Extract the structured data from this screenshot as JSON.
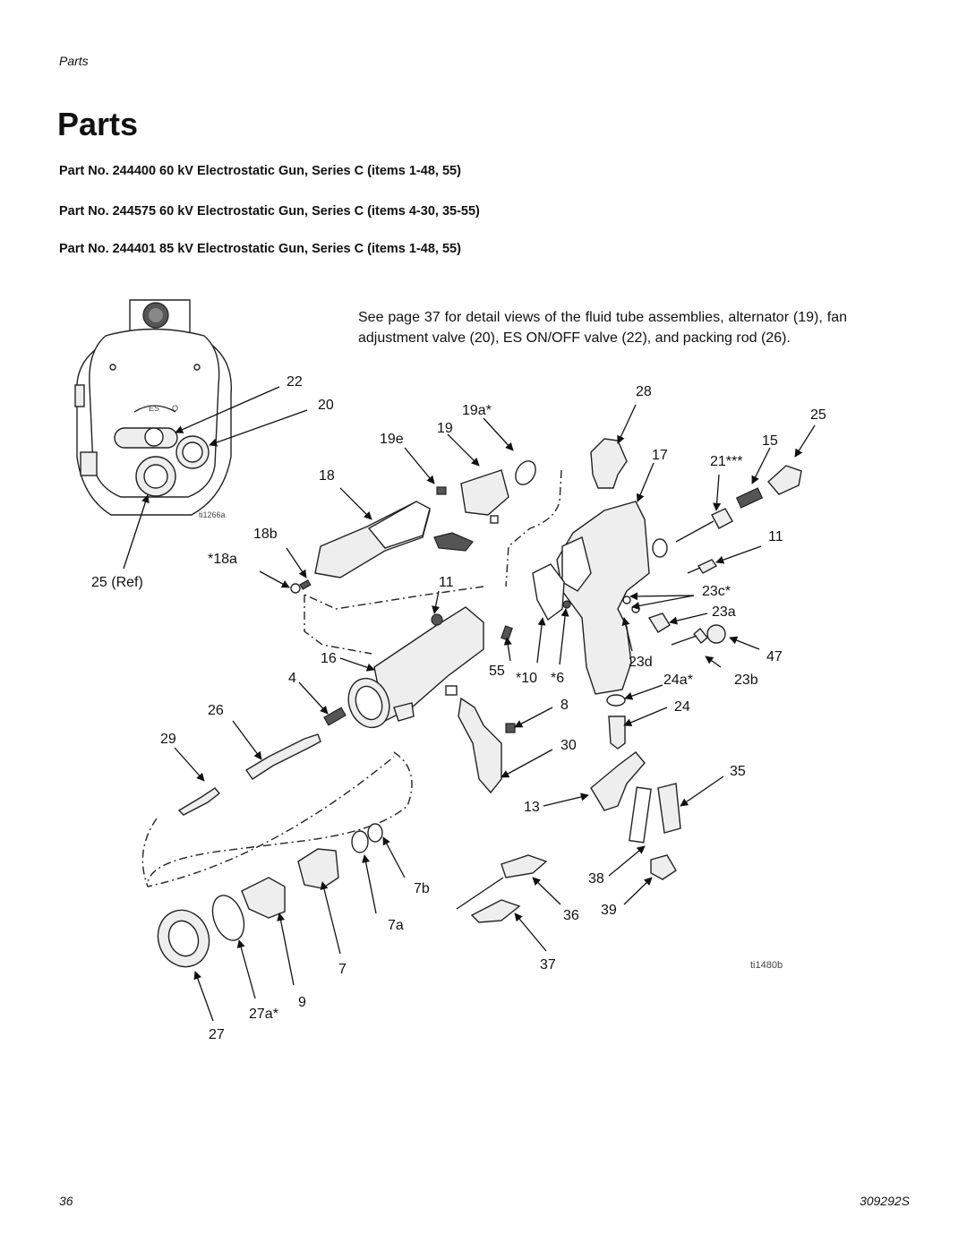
{
  "header": {
    "running_head": "Parts",
    "title": "Parts"
  },
  "subheads": [
    "Part No. 244400 60 kV Electrostatic Gun, Series C (items 1-48, 55)",
    "Part No. 244575 60 kV Electrostatic Gun, Series C (items 4-30, 35-55)",
    "Part No. 244401 85 kV Electrostatic Gun, Series C (items 1-48, 55)"
  ],
  "note": "See page 37 for detail views of the fluid tube assemblies, alternator (19), fan adjustment valve (20), ES ON/OFF valve (22), and packing rod (26).",
  "inset": {
    "figure_id": "ti1266a",
    "dial_labels": [
      "ES",
      "O"
    ]
  },
  "figure_id": "ti1480b",
  "callouts": {
    "c22": "22",
    "c20": "20",
    "c25ref": "25 (Ref)",
    "c28": "28",
    "c25": "25",
    "c19a": "19a*",
    "c19": "19",
    "c19e": "19e",
    "c17": "17",
    "c15": "15",
    "c21": "21***",
    "c18": "18",
    "c18b": "18b",
    "c18a": "*18a",
    "c11a": "11",
    "c11b": "11",
    "c23c": "23c*",
    "c23a": "23a",
    "c16": "16",
    "c47": "47",
    "c55": "55",
    "c10": "*10",
    "c6": "*6",
    "c23d": "23d",
    "c24a": "24a*",
    "c23b": "23b",
    "c4": "4",
    "c26": "26",
    "c8": "8",
    "c24": "24",
    "c29": "29",
    "c30": "30",
    "c35": "35",
    "c13": "13",
    "c38": "38",
    "c7b": "7b",
    "c36": "36",
    "c39": "39",
    "c7a": "7a",
    "c7": "7",
    "c37": "37",
    "c9": "9",
    "c27a": "27a*",
    "c27": "27"
  },
  "footer": {
    "page_number": "36",
    "doc_number": "309292S"
  }
}
